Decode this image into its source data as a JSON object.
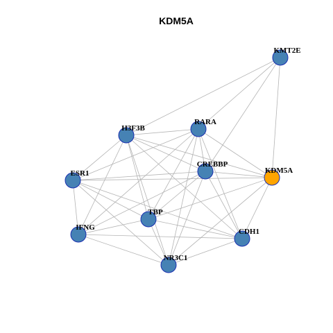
{
  "title": "KDM5A",
  "colors": {
    "node_default": "#4682B4",
    "node_highlight": "#FFA500",
    "node_border": "#1a2fb0",
    "edge": "#b3b3b3",
    "background": "#ffffff"
  },
  "nodes": [
    {
      "id": "KMT2E",
      "label": "KMT2E",
      "highlight": false
    },
    {
      "id": "RARA",
      "label": "RARA",
      "highlight": false
    },
    {
      "id": "H3F3B",
      "label": "H3F3B",
      "highlight": false
    },
    {
      "id": "CREBBP",
      "label": "CREBBP",
      "highlight": false
    },
    {
      "id": "KDM5A",
      "label": "KDM5A",
      "highlight": true
    },
    {
      "id": "ESR1",
      "label": "ESR1",
      "highlight": false
    },
    {
      "id": "TBP",
      "label": "TBP",
      "highlight": false
    },
    {
      "id": "IFNG",
      "label": "IFNG",
      "highlight": false
    },
    {
      "id": "CDH1",
      "label": "CDH1",
      "highlight": false
    },
    {
      "id": "NR3C1",
      "label": "NR3C1",
      "highlight": false
    }
  ],
  "edges": [
    [
      "KMT2E",
      "H3F3B"
    ],
    [
      "KMT2E",
      "RARA"
    ],
    [
      "KMT2E",
      "CREBBP"
    ],
    [
      "KMT2E",
      "KDM5A"
    ],
    [
      "H3F3B",
      "RARA"
    ],
    [
      "H3F3B",
      "CREBBP"
    ],
    [
      "H3F3B",
      "KDM5A"
    ],
    [
      "H3F3B",
      "ESR1"
    ],
    [
      "H3F3B",
      "IFNG"
    ],
    [
      "H3F3B",
      "TBP"
    ],
    [
      "H3F3B",
      "NR3C1"
    ],
    [
      "H3F3B",
      "CDH1"
    ],
    [
      "RARA",
      "CREBBP"
    ],
    [
      "RARA",
      "KDM5A"
    ],
    [
      "RARA",
      "ESR1"
    ],
    [
      "RARA",
      "IFNG"
    ],
    [
      "RARA",
      "TBP"
    ],
    [
      "RARA",
      "NR3C1"
    ],
    [
      "RARA",
      "CDH1"
    ],
    [
      "CREBBP",
      "KDM5A"
    ],
    [
      "CREBBP",
      "ESR1"
    ],
    [
      "CREBBP",
      "TBP"
    ],
    [
      "CREBBP",
      "IFNG"
    ],
    [
      "CREBBP",
      "NR3C1"
    ],
    [
      "CREBBP",
      "CDH1"
    ],
    [
      "KDM5A",
      "ESR1"
    ],
    [
      "KDM5A",
      "TBP"
    ],
    [
      "KDM5A",
      "CDH1"
    ],
    [
      "KDM5A",
      "NR3C1"
    ],
    [
      "ESR1",
      "TBP"
    ],
    [
      "ESR1",
      "IFNG"
    ],
    [
      "ESR1",
      "NR3C1"
    ],
    [
      "ESR1",
      "CDH1"
    ],
    [
      "TBP",
      "IFNG"
    ],
    [
      "TBP",
      "NR3C1"
    ],
    [
      "TBP",
      "CDH1"
    ],
    [
      "IFNG",
      "NR3C1"
    ],
    [
      "IFNG",
      "CDH1"
    ],
    [
      "NR3C1",
      "CDH1"
    ]
  ]
}
